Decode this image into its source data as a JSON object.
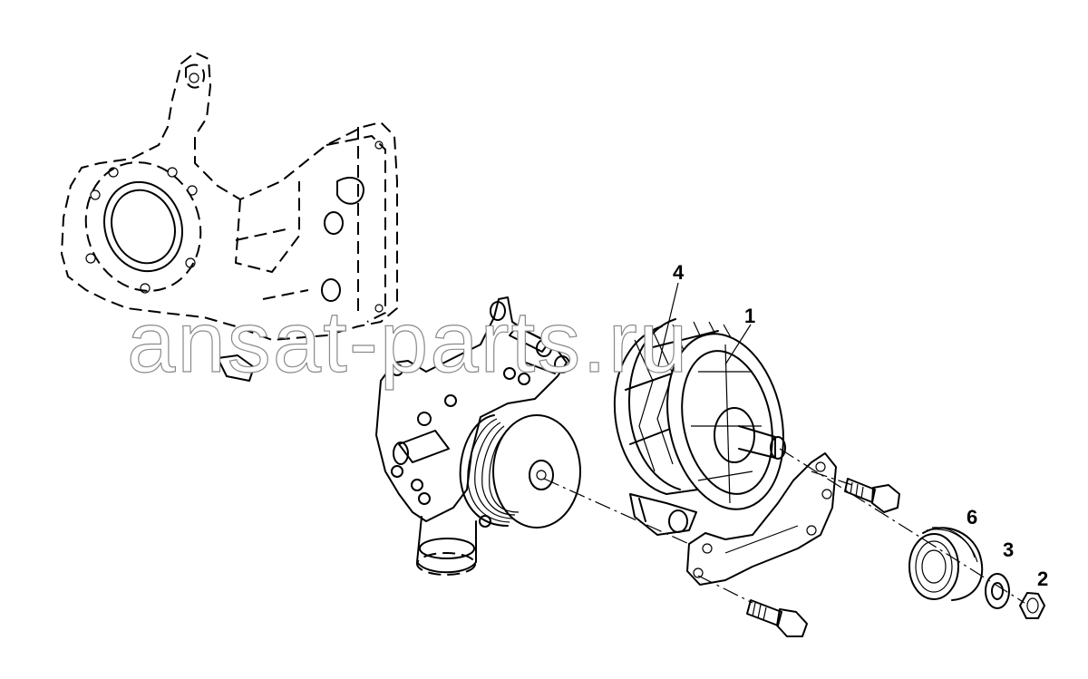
{
  "watermark": "ansat-parts.ru",
  "callouts": [
    {
      "id": "callout-1",
      "label": "1",
      "part": "alternator-body"
    },
    {
      "id": "callout-4",
      "label": "4",
      "part": "alternator-stator"
    },
    {
      "id": "callout-6",
      "label": "6",
      "part": "pulley"
    },
    {
      "id": "callout-3",
      "label": "3",
      "part": "washer"
    },
    {
      "id": "callout-2",
      "label": "2",
      "part": "nut"
    }
  ],
  "colors": {
    "line": "#000000",
    "background": "#ffffff",
    "watermark_outline": "#8a8a8a"
  }
}
